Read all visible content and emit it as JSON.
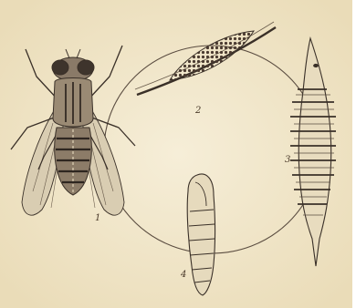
{
  "figure": {
    "background_color": "#f3e9cf",
    "ink_color": "#3a3028",
    "labels": {
      "adult": "1",
      "eggs": "2",
      "larva": "3",
      "pupa": "4"
    }
  }
}
